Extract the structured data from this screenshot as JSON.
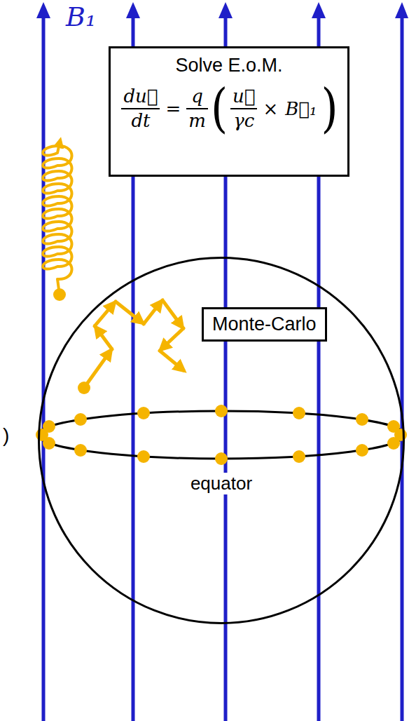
{
  "diagram": {
    "nodes": [
      {
        "text": [
          "Solve E.o.M.",
          "du⃗",
          "dt",
          "=",
          "q",
          "m",
          "(",
          "u⃗",
          "γc",
          "×",
          "B⃗₁",
          ")"
        ]
      },
      {
        "text": [
          "equator"
        ]
      },
      {
        "text": [
          "Monte-Carlo"
        ],
        "in": 1
      }
    ],
    "labels": [
      "B₁",
      ")"
    ]
  }
}
